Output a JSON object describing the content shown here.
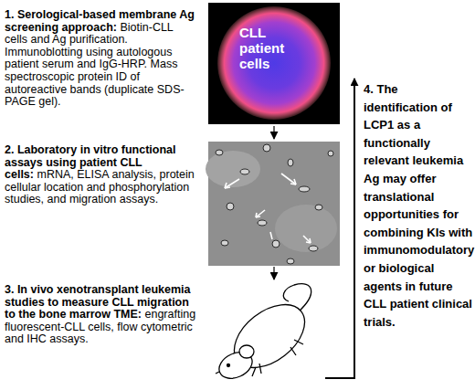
{
  "diagram": {
    "nodes": [
      {
        "text": [
          "1. Serological-based membrane Ag screening approach:",
          "Biotin-CLL cells and Ag purification. Immunoblotting using autologous patient serum and IgG-HRP. Mass spectroscopic protein ID of autoreactive bands (duplicate SDS-PAGE gel).",
          "CLL patient cells"
        ]
      },
      {
        "text": [
          "2. Laboratory in vitro functional assays using patient CLL cells:",
          "mRNA, ELISA analysis, protein cellular location and phosphorylation studies, and migration assays."
        ]
      },
      {
        "text": [
          "3. In vivo xenotransplant leukemia studies to measure CLL migration to the bone marrow TME:",
          "engrafting fluorescent-CLL cells, flow cytometric and IHC assays."
        ]
      },
      {
        "text": [
          "4. The identification of LCP1 as a functionally relevant leukemia Ag may offer translational opportunities for combining KIs with immunomodulatory or biological agents in future CLL patient clinical trials."
        ]
      }
    ],
    "edges": [
      {
        "from": 0,
        "to": 1,
        "arrow": "to"
      },
      {
        "from": 1,
        "to": 2,
        "arrow": "to"
      },
      {
        "from": 2,
        "to": 3,
        "arrow": "to"
      }
    ]
  }
}
